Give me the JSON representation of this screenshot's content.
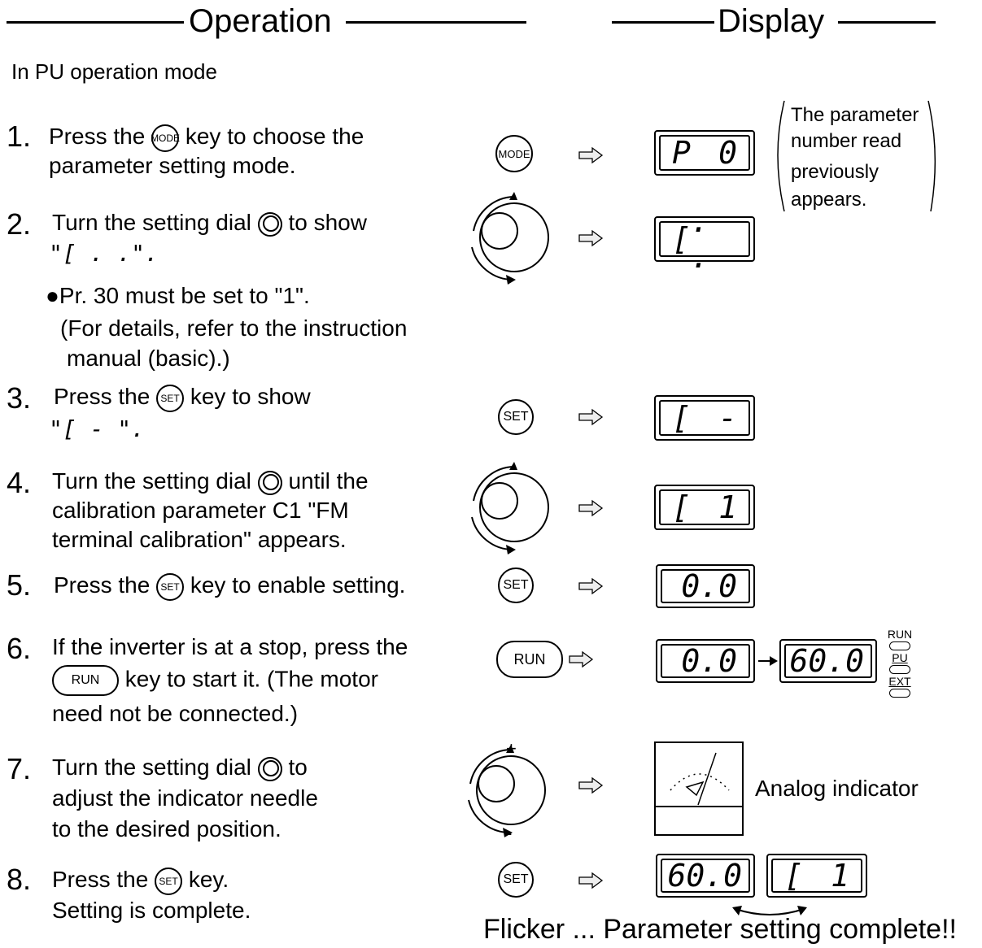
{
  "header": {
    "operation": "Operation",
    "display": "Display"
  },
  "mode_label": "In PU operation mode",
  "note": {
    "lines": [
      "The parameter",
      "number read",
      "previously",
      "appears."
    ]
  },
  "keys": {
    "mode": "MODE",
    "set": "SET",
    "run": "RUN"
  },
  "steps": {
    "s1": {
      "num": "1.",
      "l1a": "Press the",
      "l1b": "key to choose the",
      "l2": "parameter setting mode."
    },
    "s2": {
      "num": "2.",
      "l1a": "Turn the setting dial",
      "l1b": "to show",
      "l2": "\"[ . .\".",
      "bullet": "Pr. 30 must be set to \"1\".",
      "l3": "(For details, refer to the instruction",
      "l4": "manual (basic).)"
    },
    "s3": {
      "num": "3.",
      "l1a": "Press the",
      "l1b": "key to show",
      "l2": "\"[ - \"."
    },
    "s4": {
      "num": "4.",
      "l1a": "Turn the setting dial",
      "l1b": "until the",
      "l2": "calibration parameter C1 \"FM",
      "l3": "terminal calibration\" appears."
    },
    "s5": {
      "num": "5.",
      "l1a": "Press the",
      "l1b": "key to enable setting."
    },
    "s6": {
      "num": "6.",
      "l1": "If the inverter is at a stop, press the",
      "l2b": "key to start it. (The motor",
      "l3": "need not be connected.)"
    },
    "s7": {
      "num": "7.",
      "l1a": "Turn the setting dial",
      "l1b": "to",
      "l2": "adjust the indicator needle",
      "l3": "to the desired position."
    },
    "s8": {
      "num": "8.",
      "l1a": "Press the",
      "l1b": "key.",
      "l2": "Setting is complete."
    }
  },
  "displays": {
    "d1": [
      "P",
      "0"
    ],
    "d2": [
      "[",
      ". ."
    ],
    "d3": [
      "[",
      "-"
    ],
    "d4": [
      "[",
      "1"
    ],
    "d5": "0.0",
    "d6a": "0.0",
    "d6b": "60.0",
    "d8a": "60.0",
    "d8b": [
      "[",
      "1"
    ]
  },
  "lamps": {
    "run": "RUN",
    "pu": "PU",
    "ext": "EXT"
  },
  "analog": {
    "label": "Analog indicator",
    "plus": "+",
    "minus": "-"
  },
  "footer": "Flicker ... Parameter setting complete!!"
}
